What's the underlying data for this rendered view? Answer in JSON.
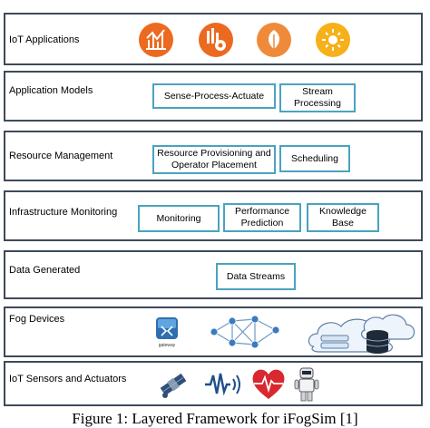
{
  "top_mark": "••••",
  "layers": [
    {
      "title": "IoT Applications",
      "boxes": []
    },
    {
      "title": "Application Models",
      "boxes": [
        "Sense-Process-Actuate",
        "Stream Processing"
      ]
    },
    {
      "title": "Resource Management",
      "boxes": [
        "Resource Provisioning and Operator Placement",
        "Scheduling"
      ]
    },
    {
      "title": "Infrastructure Monitoring",
      "boxes": [
        "Monitoring",
        "Performance Prediction",
        "Knowledge Base"
      ]
    },
    {
      "title": "Data Generated",
      "boxes": [
        "Data Streams"
      ]
    },
    {
      "title": "Fog Devices",
      "boxes": []
    },
    {
      "title": "IoT Sensors and Actuators",
      "boxes": []
    }
  ],
  "icons": {
    "applications": [
      "chart-app-icon",
      "gear-app-icon",
      "leaf-app-icon",
      "sun-app-icon"
    ],
    "fog_devices": [
      "gateway-router-icon",
      "network-mesh-icon",
      "cloud-storage-icon"
    ],
    "fog_device_caption": "gateway",
    "sensors": [
      "satellite-icon",
      "signal-wave-icon",
      "heart-rate-icon",
      "robot-icon"
    ]
  },
  "colors": {
    "layer_border": "#3e4a5a",
    "box_border": "#4aa3bf",
    "app_icon": "#ec6a1f",
    "sun_icon": "#f6b01a"
  },
  "caption": "Figure 1: Layered Framework for iFogSim [1]"
}
